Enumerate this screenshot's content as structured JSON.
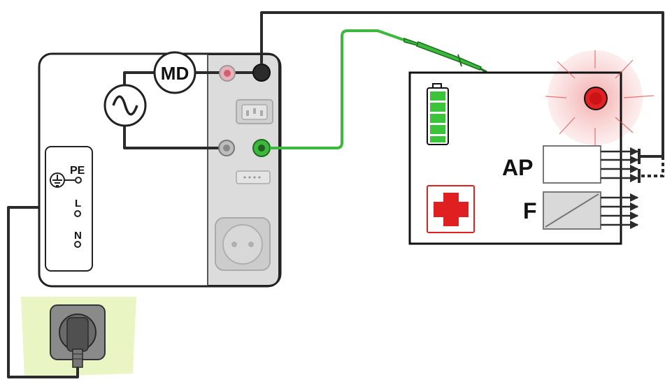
{
  "instrument": {
    "md_label": "MD",
    "pe_label": "PE",
    "l_label": "L",
    "n_label": "N"
  },
  "device_under_test": {
    "ap_label": "AP",
    "f_label": "F"
  },
  "colors": {
    "wire": "#2b2b2b",
    "probe_wire": "#3cb93c",
    "battery_green": "#3ac43a",
    "medical_cross": "#e02020",
    "indicator_red": "#e22222",
    "indicator_glow": "#f8c8c8",
    "outlet_background": "#eaf5c4",
    "instrument_panel": "#ededed",
    "instrument_side_panel": "#dcdcdc"
  },
  "icons": [
    "ac-source-icon",
    "ground-icon",
    "battery-icon",
    "medical-cross-icon",
    "warning-lamp-icon",
    "iec-inlet-icon",
    "serial-port-icon",
    "schuko-socket-icon",
    "mains-plug-icon"
  ]
}
